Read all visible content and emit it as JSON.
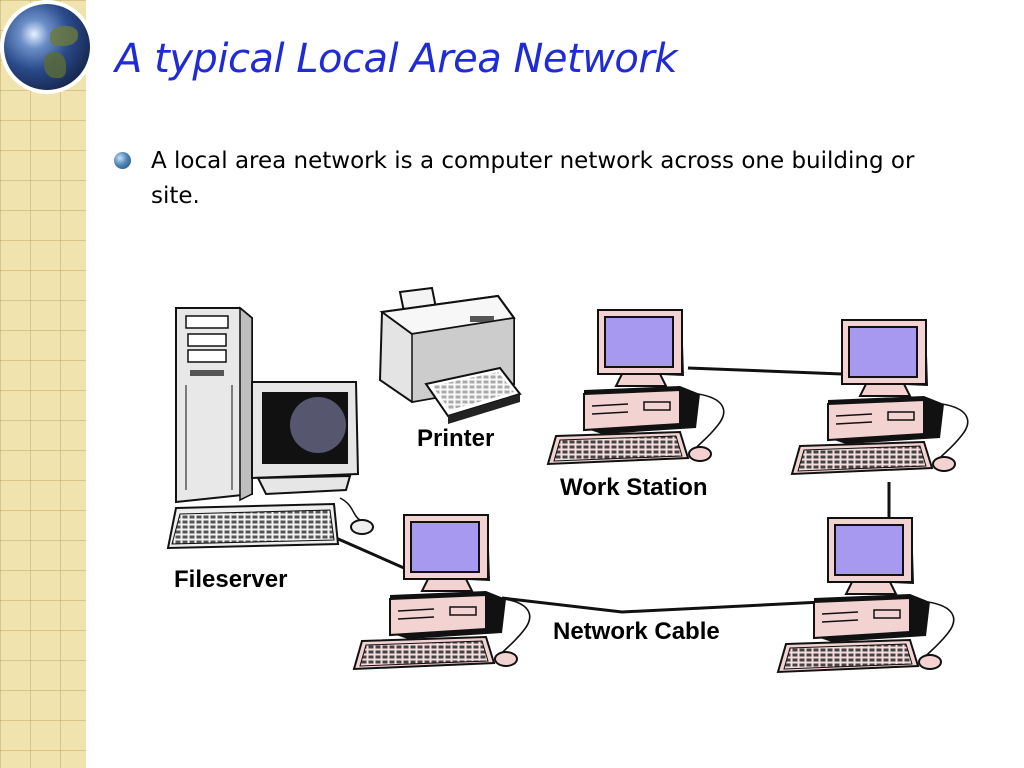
{
  "slide": {
    "title": "A typical Local Area Network",
    "bullets": [
      "A local area network is a computer network across one building or site."
    ]
  },
  "diagram": {
    "nodes": [
      {
        "id": "fileserver",
        "label": "Fileserver"
      },
      {
        "id": "printer",
        "label": "Printer"
      },
      {
        "id": "workstation-1",
        "label": "Work Station"
      },
      {
        "id": "workstation-2",
        "label": ""
      },
      {
        "id": "workstation-3",
        "label": ""
      },
      {
        "id": "workstation-4",
        "label": ""
      }
    ],
    "edges": [
      {
        "from": "fileserver",
        "to": "workstation-3"
      },
      {
        "from": "workstation-3",
        "to": "workstation-4",
        "label": "Network Cable"
      },
      {
        "from": "workstation-4",
        "to": "workstation-2"
      },
      {
        "from": "workstation-2",
        "to": "workstation-1"
      }
    ]
  },
  "colors": {
    "title": "#1f2bd6",
    "screen": "#a899f0",
    "case_pink": "#f3d2d2",
    "parchment": "#f1e3ae"
  }
}
